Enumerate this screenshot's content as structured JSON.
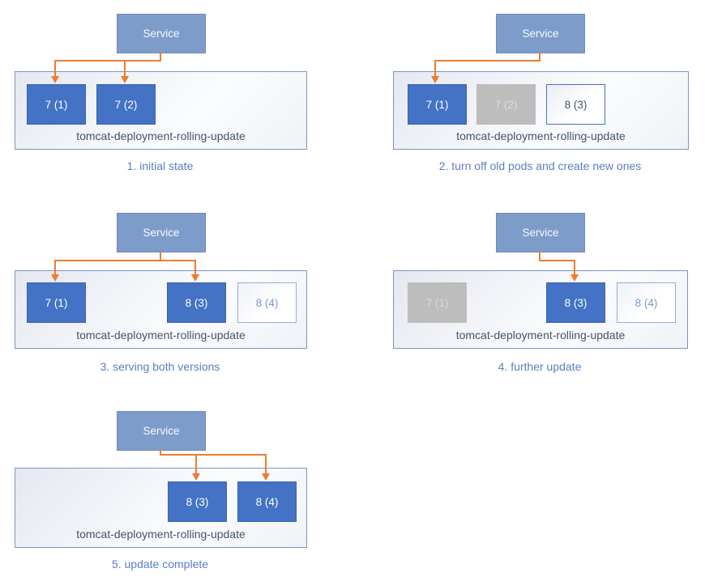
{
  "palette": {
    "service_blue": "#7E9CCA",
    "pod_blue": "#4472C4",
    "pod_gray": "#BDBDBD",
    "arrow_orange": "#ED7D31",
    "container_border": "#7E93C2",
    "caption_blue": "#5B7EC2",
    "label_dark": "#44546A"
  },
  "diagrams": [
    {
      "stage": 1,
      "caption": "1. initial state",
      "service": "Service",
      "deployment": "tomcat-deployment-rolling-update",
      "service_routes_to": [
        "7 (1)",
        "7 (2)"
      ],
      "pods": [
        {
          "label": "7 (1)",
          "state": "running"
        },
        {
          "label": "7 (2)",
          "state": "running"
        }
      ]
    },
    {
      "stage": 2,
      "caption": "2. turn off old pods and create new ones",
      "service": "Service",
      "deployment": "tomcat-deployment-rolling-update",
      "service_routes_to": [
        "7 (1)"
      ],
      "pods": [
        {
          "label": "7 (1)",
          "state": "running"
        },
        {
          "label": "7 (2)",
          "state": "terminating"
        },
        {
          "label": "8 (3)",
          "state": "pending"
        }
      ]
    },
    {
      "stage": 3,
      "caption": "3. serving both versions",
      "service": "Service",
      "deployment": "tomcat-deployment-rolling-update",
      "service_routes_to": [
        "7 (1)",
        "8 (3)"
      ],
      "pods": [
        {
          "label": "7 (1)",
          "state": "running"
        },
        {
          "label": "8 (3)",
          "state": "running"
        },
        {
          "label": "8 (4)",
          "state": "pending"
        }
      ]
    },
    {
      "stage": 4,
      "caption": "4. further update",
      "service": "Service",
      "deployment": "tomcat-deployment-rolling-update",
      "service_routes_to": [
        "8 (3)"
      ],
      "pods": [
        {
          "label": "7 (1)",
          "state": "terminating"
        },
        {
          "label": "8 (3)",
          "state": "running"
        },
        {
          "label": "8 (4)",
          "state": "pending"
        }
      ]
    },
    {
      "stage": 5,
      "caption": "5. update complete",
      "service": "Service",
      "deployment": "tomcat-deployment-rolling-update",
      "service_routes_to": [
        "8 (3)",
        "8 (4)"
      ],
      "pods": [
        {
          "label": "8 (3)",
          "state": "running"
        },
        {
          "label": "8 (4)",
          "state": "running"
        }
      ]
    }
  ]
}
